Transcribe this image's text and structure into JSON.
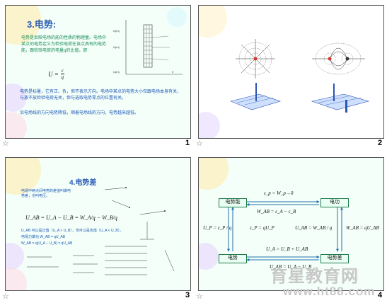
{
  "slides": [
    {
      "num": "1",
      "title": "3.电势:",
      "para1": "电势是反映电场的能的性质的物理量。电场中某点的电势定义为检验电荷在该点具有的电势能，跟检验电荷的电量q的比值，即",
      "formula_lhs": "U =",
      "formula_num": "ε",
      "formula_den": "q",
      "para2": "电势是标量，它有正、负，但不表示方向。电场中某点的电势大小仅跟电场本身有关，与放不放检验电荷无关，但与选取电势零点的位置有关。",
      "para3": "沿电场线的方向电势降低，顺着电场线的方向，电势越来越低。",
      "fig_labels": [
        "U(m)",
        "U(m)",
        "U(m)",
        "0"
      ]
    },
    {
      "num": "2"
    },
    {
      "num": "3",
      "title": "4.电势差",
      "para1": "电场中两点间电势的差值叫做电势差，也叫电压。",
      "formula_main": "U_AB = U_A − U_B = W_A/q − W_B/q",
      "lines": [
        "U_AB 可以是正值（U_A > U_B），也可以是负值（U_A < U_B）。",
        "电场力做功 W_AB = qU_AB",
        "W_AB = q(U_A − U_B) = qU_AB"
      ]
    },
    {
      "num": "4",
      "boxes": {
        "tl": "电势能",
        "tr": "电功",
        "bl": "电势",
        "br": "电势差"
      },
      "formulas": {
        "top": "ε_p = W_p→0",
        "mid_top": "W_AB = ε_A − ε_B",
        "left": "U_P = ε_P / q",
        "center": "ε_P = qU_P",
        "right_frac": "U_AB = W_AB / q",
        "right": "W_AB = qU_AB",
        "mid_bottom": "U_A = U_B + U_AB",
        "bottom": "U_AB = U_A − U_B"
      }
    }
  ],
  "watermark": {
    "line1": "育星教育网",
    "line2": "www.ht88.com"
  },
  "star_glyph": "☆"
}
